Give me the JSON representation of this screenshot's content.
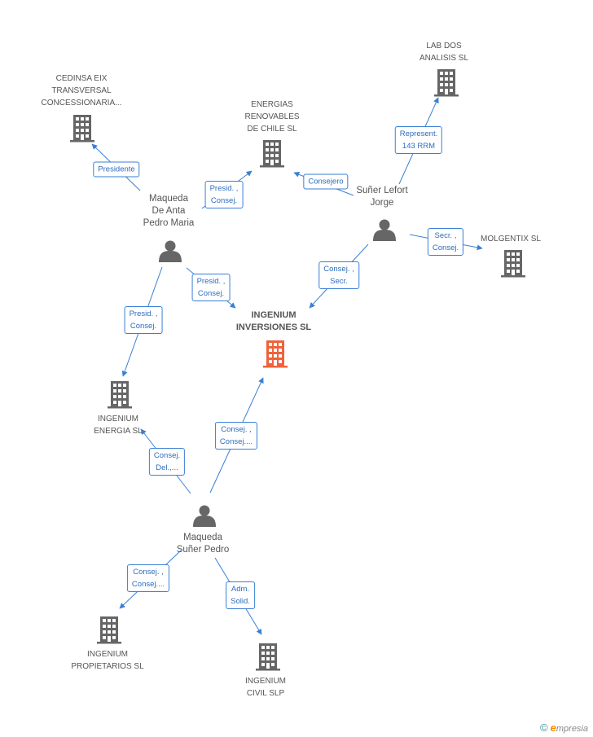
{
  "nodes": [
    {
      "id": "cedinsa",
      "kind": "company",
      "lines": [
        "CEDINSA EIX",
        "TRANSVERSAL",
        "CONCESSIONARIA..."
      ]
    },
    {
      "id": "energias",
      "kind": "company",
      "lines": [
        "ENERGIAS",
        "RENOVABLES",
        "DE CHILE SL"
      ]
    },
    {
      "id": "labdos",
      "kind": "company",
      "lines": [
        "LAB DOS",
        "ANALISIS SL"
      ]
    },
    {
      "id": "molgentix",
      "kind": "company",
      "lines": [
        "MOLGENTIX SL"
      ]
    },
    {
      "id": "ingenium_inv",
      "kind": "main",
      "lines": [
        "INGENIUM",
        "INVERSIONES SL"
      ]
    },
    {
      "id": "ingenium_energia",
      "kind": "company",
      "lines": [
        "INGENIUM",
        "ENERGIA SL"
      ]
    },
    {
      "id": "ingenium_prop",
      "kind": "company",
      "lines": [
        "INGENIUM",
        "PROPIETARIOS SL"
      ]
    },
    {
      "id": "ingenium_civil",
      "kind": "company",
      "lines": [
        "INGENIUM",
        "CIVIL SLP"
      ]
    },
    {
      "id": "maqueda_anta",
      "kind": "person",
      "lines": [
        "Maqueda",
        "De Anta",
        "Pedro Maria"
      ]
    },
    {
      "id": "suner_lefort",
      "kind": "person",
      "lines": [
        "Suñer Lefort",
        "Jorge"
      ]
    },
    {
      "id": "maqueda_suner",
      "kind": "person",
      "lines": [
        "Maqueda",
        "Suñer Pedro"
      ]
    }
  ],
  "edges": [
    {
      "id": "e1",
      "lines": [
        "Presidente"
      ]
    },
    {
      "id": "e2",
      "lines": [
        "Presid. ,",
        "Consej."
      ]
    },
    {
      "id": "e3",
      "lines": [
        "Consejero"
      ]
    },
    {
      "id": "e4",
      "lines": [
        "Represent.",
        "143 RRM"
      ]
    },
    {
      "id": "e5",
      "lines": [
        "Secr. ,",
        "Consej."
      ]
    },
    {
      "id": "e6",
      "lines": [
        "Consej. ,",
        "Secr."
      ]
    },
    {
      "id": "e7",
      "lines": [
        "Presid. ,",
        "Consej."
      ]
    },
    {
      "id": "e8",
      "lines": [
        "Presid. ,",
        "Consej."
      ]
    },
    {
      "id": "e9",
      "lines": [
        "Consej. ,",
        "Consej...."
      ]
    },
    {
      "id": "e10",
      "lines": [
        "Consej.",
        "Del.,..."
      ]
    },
    {
      "id": "e11",
      "lines": [
        "Consej. ,",
        "Consej...."
      ]
    },
    {
      "id": "e12",
      "lines": [
        "Adm.",
        "Solid."
      ]
    }
  ],
  "colors": {
    "edge": "#3a7fd5",
    "company": "#666666",
    "main_company": "#f0623a",
    "person": "#666666",
    "label_text": "#555555"
  },
  "brand": {
    "copyright": "©",
    "name_initial": "e",
    "name_rest": "mpresia"
  }
}
